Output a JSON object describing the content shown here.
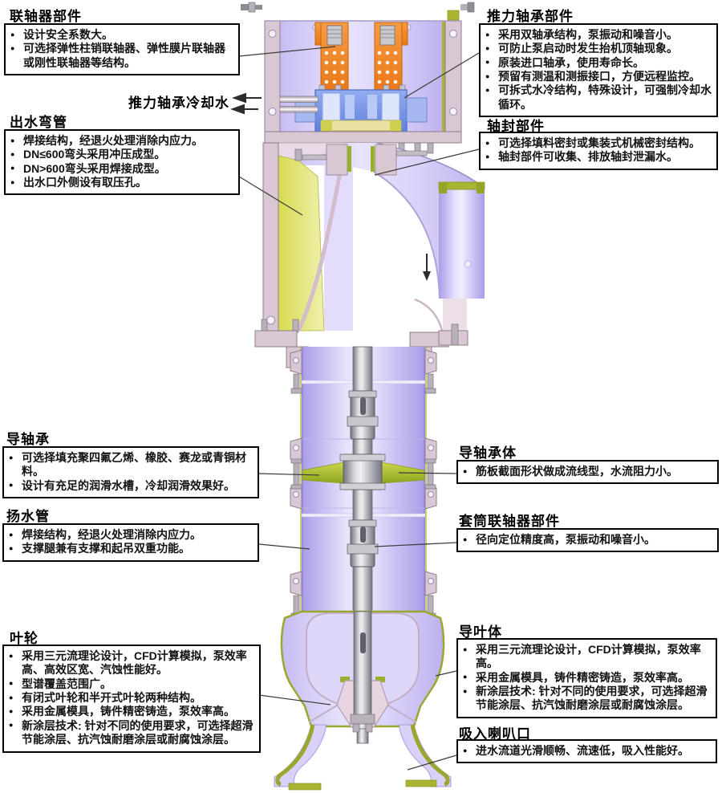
{
  "figure": {
    "type": "pump-cross-section-annotated-diagram",
    "annotations": {
      "cooling_water_label": "推力轴承冷却水"
    },
    "icons": {
      "cooling_flow_arrows": "two left-pointing flow arrows",
      "pipe_flow_arrow": "down-pointing flow arrow"
    },
    "colors": {
      "coupling_orange": "#ef8226",
      "body_lavender": "#d6ccf6",
      "bearing_blue": "#7492e4",
      "flange_olive": "#a9b431",
      "elbow_yellow": "#d7db51",
      "wall_pink": "#d9c8d4",
      "shaft_gray": "#b9b9c1",
      "line_black": "#1a1a1a"
    }
  },
  "callouts": [
    {
      "key": "coupling",
      "title": "联轴器部件",
      "bullets": [
        "设计安全系数大。",
        "可选择弹性柱销联轴器、弹性膜片联轴器或刚性联轴器等结构。"
      ]
    },
    {
      "key": "outlet_elbow",
      "title": "出水弯管",
      "bullets": [
        "焊接结构，经退火处理消除内应力。",
        "DN≤600弯头采用冲压成型。",
        "DN>600弯头采用焊接成型。",
        "出水口外侧设有取压孔。"
      ]
    },
    {
      "key": "guide_bearing",
      "title": "导轴承",
      "bullets": [
        "可选择填充聚四氟乙烯、橡胶、赛龙或青铜材料。",
        "设计有充足的润滑水槽，冷却润滑效果好。"
      ]
    },
    {
      "key": "riser_pipe",
      "title": "扬水管",
      "bullets": [
        "焊接结构，经退火处理消除内应力。",
        "支撑腿兼有支撑和起吊双重功能。"
      ]
    },
    {
      "key": "impeller",
      "title": "叶轮",
      "bullets": [
        "采用三元流理论设计，CFD计算模拟，泵效率高、高效区宽、汽蚀性能好。",
        "型谱覆盖范围广。",
        "有闭式叶轮和半开式叶轮两种结构。",
        "采用金属模具，铸件精密铸造，泵效率高。",
        "新涂层技术: 针对不同的使用要求，可选择超滑节能涂层、抗汽蚀耐磨涂层或耐腐蚀涂层。"
      ]
    },
    {
      "key": "thrust_bearing",
      "title": "推力轴承部件",
      "bullets": [
        "采用双轴承结构，泵振动和噪音小。",
        "可防止泵启动时发生抬机顶轴现象。",
        "原装进口轴承，使用寿命长。",
        "预留有测温和测振接口，方便远程监控。",
        "可拆式水冷结构，特殊设计，可强制冷却水循环。"
      ]
    },
    {
      "key": "shaft_seal",
      "title": "轴封部件",
      "bullets": [
        "可选择填料密封或集装式机械密封结构。",
        "轴封部件可收集、排放轴封泄漏水。"
      ]
    },
    {
      "key": "guide_bearing_body",
      "title": "导轴承体",
      "bullets": [
        "筋板截面形状做成流线型，水流阻力小。"
      ]
    },
    {
      "key": "sleeve_coupling",
      "title": "套筒联轴器部件",
      "bullets": [
        "径向定位精度高，泵振动和噪音小。"
      ]
    },
    {
      "key": "diffuser",
      "title": "导叶体",
      "bullets": [
        "采用三元流理论设计，CFD计算模拟，泵效率高。",
        "采用金属模具，铸件精密铸造，泵效率高。",
        "新涂层技术: 针对不同的使用要求，可选择超滑节能涂层、抗汽蚀耐磨涂层或耐腐蚀涂层。"
      ]
    },
    {
      "key": "suction_bell",
      "title": "吸入喇叭口",
      "bullets": [
        "进水流道光滑顺畅、流速低，吸入性能好。"
      ]
    }
  ]
}
